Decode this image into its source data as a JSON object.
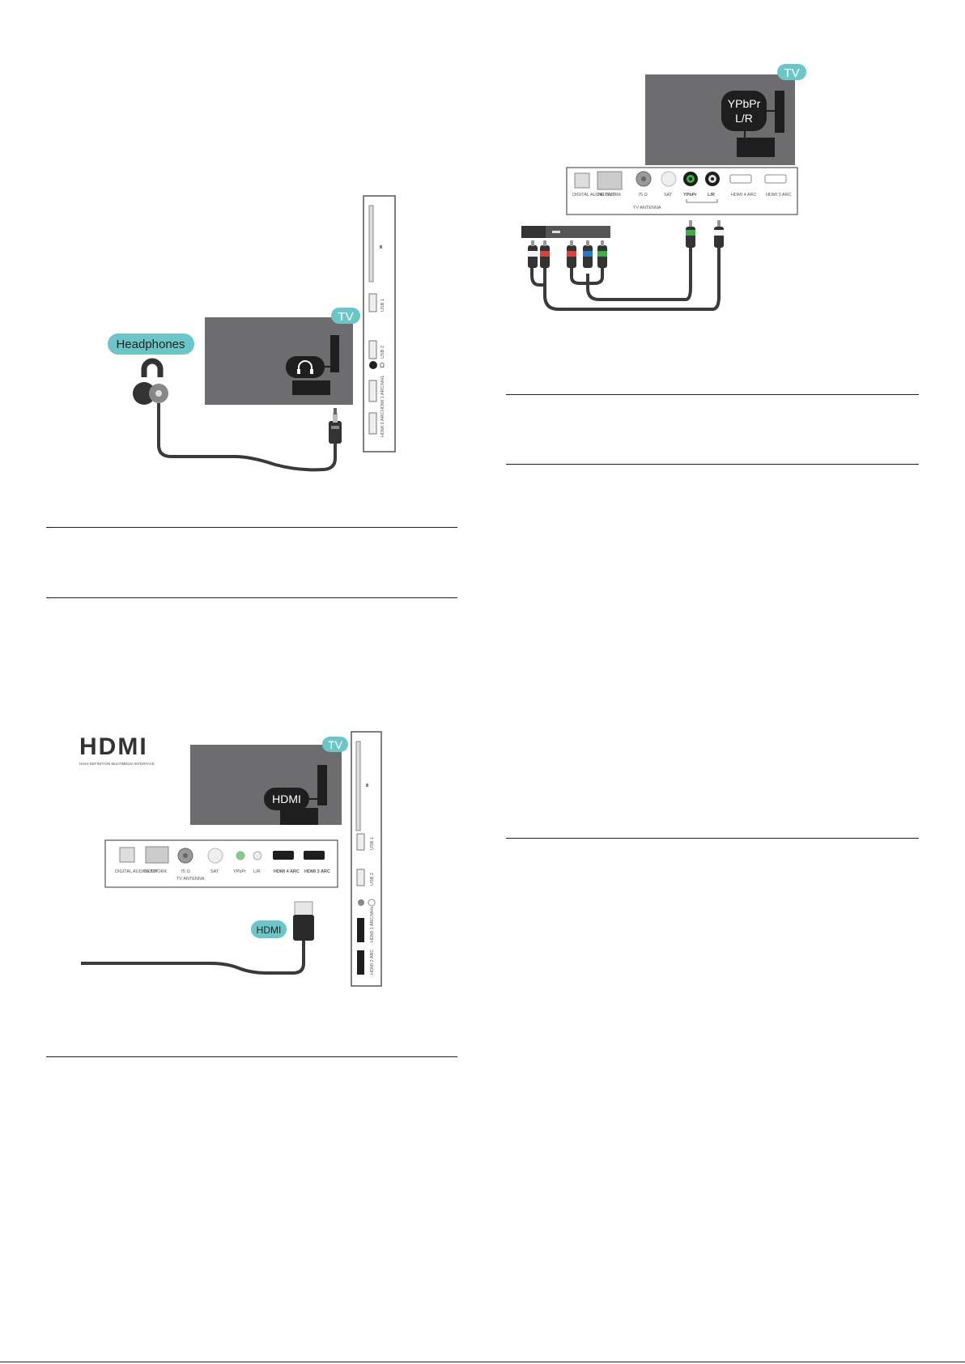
{
  "figures": {
    "headphones": {
      "bubble_label": "Headphones",
      "tv_badge": "TV",
      "side_panel_labels": [
        "USB 1",
        "USB 2",
        "HDMI 1 ARC/MHL",
        "HDMI 2 ARC"
      ]
    },
    "hdmi": {
      "logo_text": "HDMI",
      "logo_tagline": "HIGH-DEFINITION MULTIMEDIA INTERFACE",
      "tv_badge": "TV",
      "port_callout": "HDMI",
      "cable_label": "HDMI",
      "ports": [
        "DIGITAL AUDIO OUT",
        "NETWORK",
        "75 Ω",
        "SAT",
        "YPbPr",
        "L/R",
        "HDMI 4 ARC",
        "HDMI 3 ARC"
      ],
      "antenna_label": "TV ANTENNA",
      "side_panel_labels": [
        "USB 1",
        "USB 2",
        "HDMI 1 ARC/MHL",
        "HDMI 2 ARC"
      ]
    },
    "component": {
      "tv_badge": "TV",
      "port_callout_line1": "YPbPr",
      "port_callout_line2": "L/R",
      "ports": [
        "DIGITAL AUDIO OUT",
        "NETWORK",
        "75 Ω",
        "SAT",
        "YPbPr",
        "L/R",
        "HDMI 4 ARC",
        "HDMI 3 ARC"
      ],
      "antenna_label": "TV ANTENNA"
    }
  },
  "colors": {
    "tv_gray": "#6d6d6f",
    "teal_badge": "#6cc5c6",
    "cable": "#3a3a3a",
    "rca_red": "#d9433b",
    "rca_blue": "#2f74c0",
    "rca_green": "#3fae49",
    "rca_white": "#f2f2f2"
  }
}
